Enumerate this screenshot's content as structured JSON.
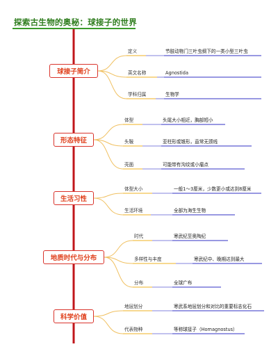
{
  "title": "探索古生物的奥秘：球接子的世界",
  "colors": {
    "title": "#2f7d1e",
    "trunk": "#c0161b",
    "topic_border": "#d9332b",
    "topic_text": "#e0421f",
    "branch": "#f0c060",
    "label_underline": "#f2c14e",
    "value_underline": "#5a5ad0"
  },
  "topics": [
    {
      "label": "球接子简介",
      "items": [
        {
          "label": "定义",
          "value": "节肢动物门三叶虫纲下的一类小型三叶虫"
        },
        {
          "label": "英文名称",
          "value": "Agnostida"
        },
        {
          "label": "学科归属",
          "value": "生物学"
        }
      ]
    },
    {
      "label": "形态特征",
      "items": [
        {
          "label": "体型",
          "value": "头尾大小相近，胸部短小"
        },
        {
          "label": "头鞍",
          "value": "亚柱形或锥形，直常无颈线"
        },
        {
          "label": "壳面",
          "value": "可能带有沟纹或小瘤点"
        }
      ]
    },
    {
      "label": "生活习性",
      "items": [
        {
          "label": "体型大小",
          "value": "一般1～3厘米，少数更小或达到8厘米"
        },
        {
          "label": "生活环境",
          "value": "全部为海生生物"
        }
      ]
    },
    {
      "label": "地质时代与分布",
      "items": [
        {
          "label": "时代",
          "value": "寒武纪至奥陶纪"
        },
        {
          "label": "多样性与丰度",
          "value": "寒武纪中、晚期达到最大"
        },
        {
          "label": "分布",
          "value": "全球广布"
        }
      ]
    },
    {
      "label": "科学价值",
      "items": [
        {
          "label": "地层划分",
          "value": "寒武系地层划分和对比的重要标志化石"
        },
        {
          "label": "代表物种",
          "value": "等称球接子（Homagnostus）"
        }
      ]
    }
  ]
}
